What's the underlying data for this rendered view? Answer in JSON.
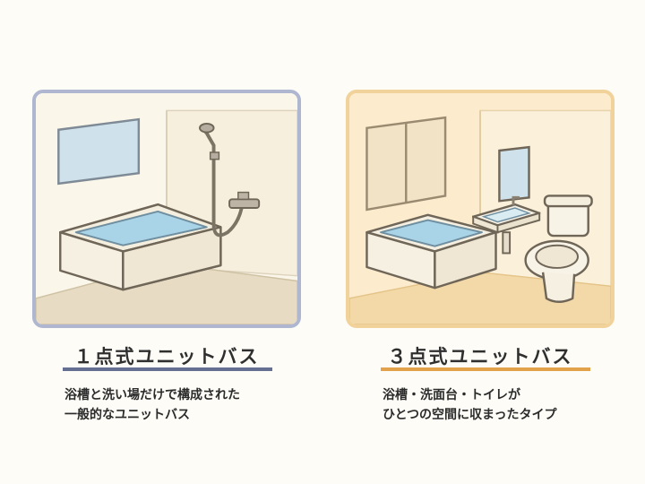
{
  "left_card": {
    "title": "１点式ユニットバス",
    "description_lines": [
      "浴槽と洗い場だけで構成された",
      "一般的なユニットバス"
    ],
    "accent_color": "#646f92",
    "border_color": "#aeb6d0",
    "illustration_icons": [
      "window-icon",
      "bathtub-icon",
      "shower-head-icon",
      "faucet-icon"
    ]
  },
  "right_card": {
    "title": "３点式ユニットバス",
    "description_lines": [
      "浴槽・洗面台・トイレが",
      "ひとつの空間に収まったタイプ"
    ],
    "accent_color": "#e1a24b",
    "border_color": "#f1d29a",
    "illustration_icons": [
      "window-icon",
      "bathtub-icon",
      "mirror-icon",
      "sink-icon",
      "toilet-icon"
    ]
  }
}
